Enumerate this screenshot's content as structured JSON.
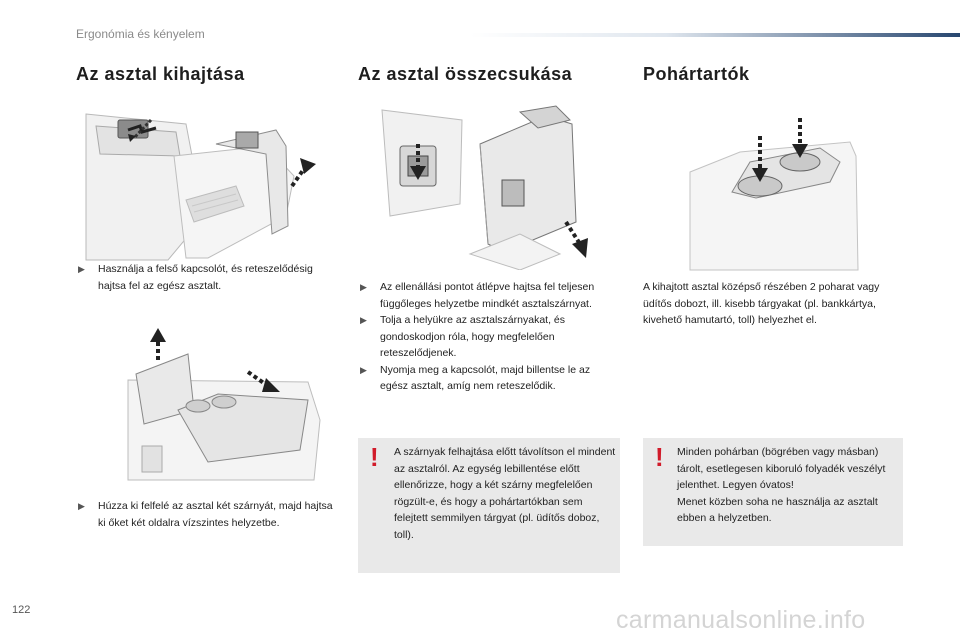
{
  "header": {
    "section": "Ergonómia és kényelem"
  },
  "col1": {
    "title": "Az asztal kihajtása",
    "step1": "Használja a felső kapcsolót, és reteszelődésig hajtsa fel az egész asztalt.",
    "step2": "Húzza ki felfelé az asztal két szárnyát, majd hajtsa ki őket két oldalra vízszintes helyzetbe."
  },
  "col2": {
    "title": "Az asztal összecsukása",
    "steps": [
      "Az ellenállási pontot átlépve hajtsa fel teljesen függőleges helyzetbe mindkét asztalszárnyat.",
      "Tolja a helyükre az asztalszárnyakat, és gondoskodjon róla, hogy megfelelően reteszelődjenek.",
      "Nyomja meg a kapcsolót, majd billentse le az egész asztalt, amíg nem reteszelődik."
    ],
    "warning": "A szárnyak felhajtása előtt távolítson el mindent az asztalról. Az egység lebillentése előtt ellenőrizze, hogy a két szárny megfelelően rögzült-e, és hogy a pohártartókban sem felejtett semmilyen tárgyat (pl. üdítős doboz, toll)."
  },
  "col3": {
    "title": "Pohártartók",
    "text": "A kihajtott asztal középső részében 2 poharat vagy üdítős dobozt, ill. kisebb tárgyakat (pl. bankkártya, kivehető hamutartó, toll) helyezhet el.",
    "warning_line1": "Minden pohárban (bögrében vagy másban) tárolt, esetlegesen kiboruló folyadék veszélyt jelenthet. Legyen óvatos!",
    "warning_line2": "Menet közben soha ne használja az asztalt ebben a helyzetben."
  },
  "warning_symbol": "!",
  "bullet_symbol": " ",
  "page_number": "122",
  "watermark": "carmanualsonline.info",
  "colors": {
    "accent": "#27466f",
    "warning": "#d11b2a",
    "box": "#e9e9e9"
  }
}
